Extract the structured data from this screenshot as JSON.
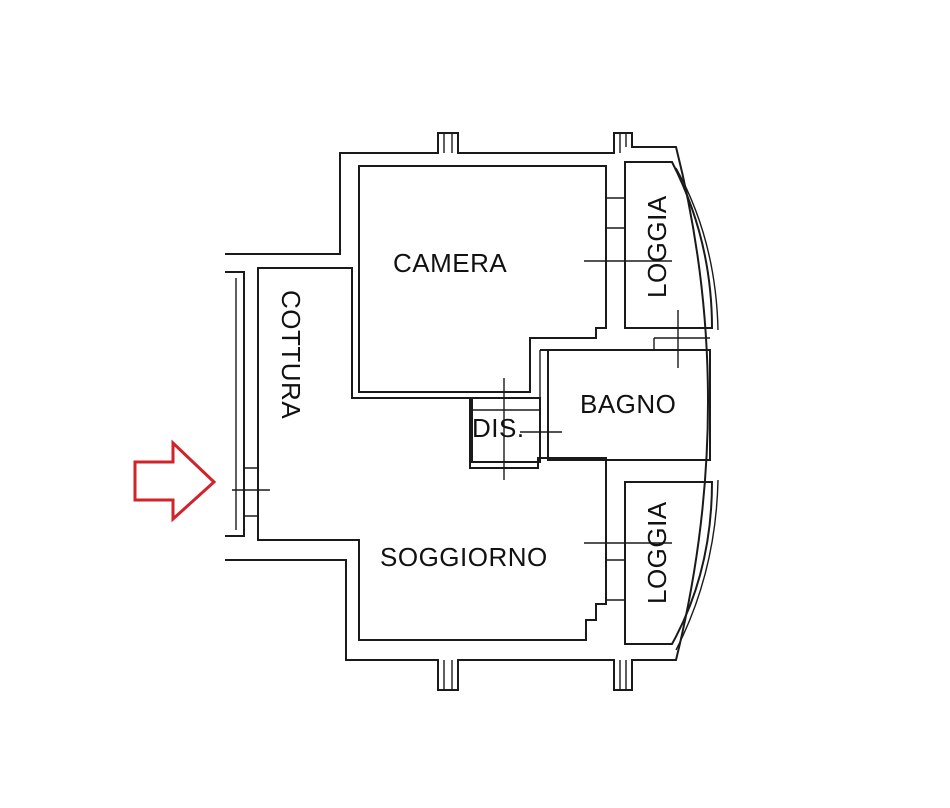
{
  "rooms": {
    "camera": "CAMERA",
    "cottura": "COTTURA",
    "loggia_top": "LOGGIA",
    "bagno": "BAGNO",
    "dis": "DIS.",
    "soggiorno": "SOGGIORNO",
    "loggia_bottom": "LOGGIA"
  },
  "colors": {
    "walls": "#1a1a1a",
    "entrance_arrow": "#d0232a",
    "background": "#ffffff"
  },
  "icons": {
    "entrance": "entrance-arrow-icon"
  }
}
